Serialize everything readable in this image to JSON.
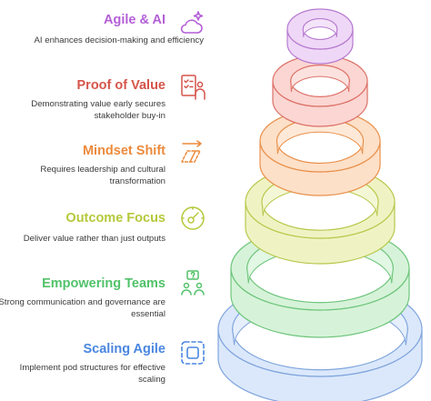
{
  "steps": [
    {
      "title": "Agile & AI",
      "description": "AI enhances decision-making and efficiency",
      "color": "#b45fd6",
      "ring_fill": "#efd8f7",
      "ring_stroke": "#b77bd0",
      "icon": "cloud-sparkle-icon"
    },
    {
      "title": "Proof of Value",
      "description": "Demonstrating value early secures stakeholder buy-in",
      "color": "#d6544a",
      "ring_fill": "#fbd6d2",
      "ring_stroke": "#dc6f66",
      "icon": "checklist-person-icon"
    },
    {
      "title": "Mindset Shift",
      "description": "Requires leadership and cultural transformation",
      "color": "#ec8a3c",
      "ring_fill": "#fde0c8",
      "ring_stroke": "#e9904a",
      "icon": "transform-arrow-icon"
    },
    {
      "title": "Outcome Focus",
      "description": "Deliver value rather than just outputs",
      "color": "#b6c93a",
      "ring_fill": "#eff3c4",
      "ring_stroke": "#b8c84c",
      "icon": "target-dial-icon"
    },
    {
      "title": "Empowering Teams",
      "description": "Strong communication and governance are essential",
      "color": "#52c26a",
      "ring_fill": "#d6f3d9",
      "ring_stroke": "#6fc57c",
      "icon": "team-question-icon"
    },
    {
      "title": "Scaling Agile",
      "description": "Implement pod structures for effective scaling",
      "color": "#4a86e0",
      "ring_fill": "#dbe8fb",
      "ring_stroke": "#7fa4dc",
      "icon": "dashed-square-icon"
    }
  ]
}
